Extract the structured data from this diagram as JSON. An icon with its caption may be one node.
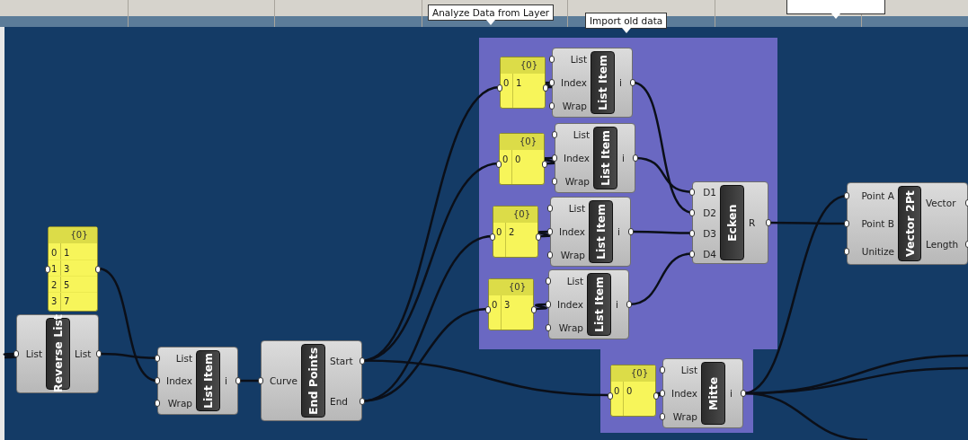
{
  "diagram": {
    "nodes": [
      {
        "text": [
          "Import old data"
        ]
      },
      {
        "text": [
          "{0}",
          "0",
          "1"
        ],
        "in": 0
      },
      {
        "text": [
          "List",
          "Index",
          "Wrap",
          "List Item",
          "i"
        ],
        "in": 0
      },
      {
        "text": [
          "{0}",
          "0",
          "0"
        ],
        "in": 0
      },
      {
        "text": [
          "List",
          "Index",
          "Wrap",
          "List Item",
          "i"
        ],
        "in": 0
      },
      {
        "text": [
          "{0}",
          "0",
          "2"
        ],
        "in": 0
      },
      {
        "text": [
          "List",
          "Index",
          "Wrap",
          "List Item",
          "i"
        ],
        "in": 0
      },
      {
        "text": [
          "{0}",
          "0",
          "3"
        ],
        "in": 0
      },
      {
        "text": [
          "List",
          "Index",
          "Wrap",
          "List Item",
          "i"
        ],
        "in": 0
      },
      {
        "text": [
          "D1",
          "D2",
          "D3",
          "D4",
          "Ecken",
          "R"
        ],
        "in": 0
      },
      {
        "text": [
          "Point A",
          "Point B",
          "Unitize",
          "Vector 2Pt",
          "Vector",
          "Length"
        ]
      },
      {
        "text": [
          "{0}",
          "0",
          "1",
          "1",
          "3",
          "2",
          "5",
          "3",
          "7"
        ]
      },
      {
        "text": [
          "List",
          "Reverse List",
          "List"
        ]
      },
      {
        "text": [
          "List",
          "Index",
          "Wrap",
          "List Item",
          "i"
        ]
      },
      {
        "text": [
          "Curve",
          "End Points",
          "Start",
          "End"
        ]
      },
      {
        "text": [],
        "shape": "box"
      },
      {
        "text": [
          "{0}",
          "0",
          "0"
        ],
        "in": 15
      },
      {
        "text": [
          "List",
          "Index",
          "Wrap",
          "Mitte",
          "i"
        ],
        "in": 15
      },
      {
        "text": [],
        "shape": "callout"
      }
    ],
    "edges": [
      {
        "from": 1,
        "to": 2,
        "arrow": "none"
      },
      {
        "from": 3,
        "to": 4,
        "arrow": "none"
      },
      {
        "from": 5,
        "to": 6,
        "arrow": "none"
      },
      {
        "from": 7,
        "to": 8,
        "arrow": "none"
      },
      {
        "from": 2,
        "to": 9,
        "arrow": "none"
      },
      {
        "from": 4,
        "to": 9,
        "arrow": "none"
      },
      {
        "from": 6,
        "to": 9,
        "arrow": "none"
      },
      {
        "from": 8,
        "to": 9,
        "arrow": "none"
      },
      {
        "from": 9,
        "to": 10,
        "arrow": "none"
      },
      {
        "from": 11,
        "to": 13,
        "arrow": "none"
      },
      {
        "from": 12,
        "to": 13,
        "arrow": "none"
      },
      {
        "from": 13,
        "to": 14,
        "arrow": "none"
      },
      {
        "from": 14,
        "to": 1,
        "arrow": "none"
      },
      {
        "from": 14,
        "to": 3,
        "arrow": "none"
      },
      {
        "from": 14,
        "to": 16,
        "arrow": "none"
      },
      {
        "from": 14,
        "to": 5,
        "arrow": "none"
      },
      {
        "from": 14,
        "to": 7,
        "arrow": "none"
      },
      {
        "from": 16,
        "to": 17,
        "arrow": "none"
      },
      {
        "from": null,
        "to": 12,
        "arrow": "none"
      },
      {
        "from": 17,
        "to": 10,
        "arrow": "none"
      },
      {
        "from": 17,
        "to": null,
        "arrow": "none"
      },
      {
        "from": 17,
        "to": null,
        "arrow": "none"
      },
      {
        "from": 17,
        "to": null,
        "arrow": "none"
      }
    ],
    "labels": [
      "Analyze Data from Layer"
    ]
  }
}
